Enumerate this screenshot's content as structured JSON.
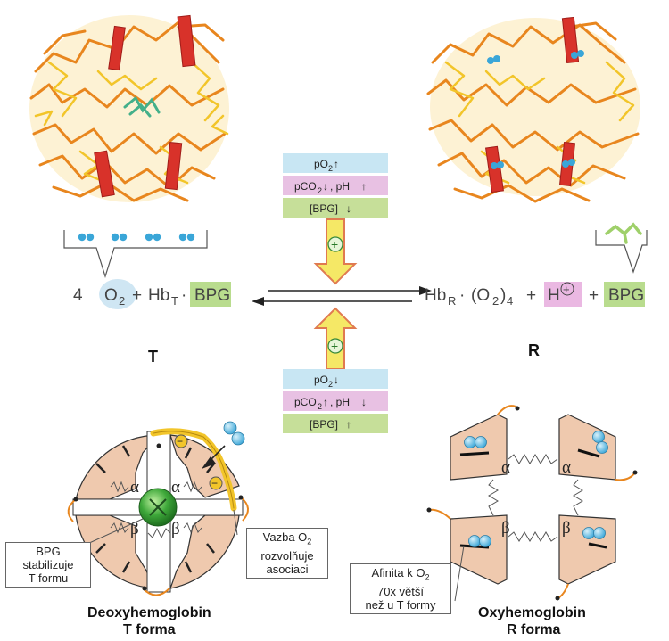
{
  "labels": {
    "state_t": "T",
    "state_r": "R",
    "equation": {
      "coeff": "4",
      "o2": "O",
      "o2_sub": "2",
      "plus": "+",
      "hb": "Hb",
      "hb_sub_t": "T",
      "dot": "·",
      "bpg": "BPG",
      "hb_sub_r": "R",
      "o2_group": "(O",
      "o2_group_close": ")",
      "o2_group_sub": "4",
      "h": "H",
      "h_charge": "+"
    },
    "top_conditions": {
      "po2": "pO",
      "po2_sub": "2",
      "po2_dir": "↑",
      "pco2_ph": "pCO",
      "pco2_sub": "2",
      "pco2_dir": "↓",
      "ph_label": ", pH",
      "ph_dir": "↑",
      "bpg": "[BPG]",
      "bpg_dir": "↓"
    },
    "bottom_conditions": {
      "po2": "pO",
      "po2_sub": "2",
      "po2_dir": "↓",
      "pco2_ph": "pCO",
      "pco2_sub": "2",
      "pco2_dir": "↑",
      "ph_label": ", pH",
      "ph_dir": "↓",
      "bpg": "[BPG]",
      "bpg_dir": "↑"
    },
    "plus_sign": "+",
    "minus_sign": "−",
    "alpha": "α",
    "beta": "β",
    "callout_bpg": [
      "BPG",
      "stabilizuje",
      "T formu"
    ],
    "callout_o2": [
      "Vazba O",
      "2",
      "rozvolňuje",
      "asociaci"
    ],
    "callout_affinity": [
      "Afinita k O",
      "2",
      "70x větší",
      "než u T formy"
    ],
    "deoxy_title": "Deoxyhemoglobin",
    "deoxy_subtitle": "T forma",
    "oxy_title": "Oxyhemoglobin",
    "oxy_subtitle": "R forma"
  },
  "colors": {
    "o2_blue": "#3aa6d8",
    "o2_oval": "#cfe6f3",
    "cond_blue": "#c8e6f3",
    "cond_pink": "#e8c1e3",
    "cond_green": "#c6df99",
    "bpg_green": "#b9dc8e",
    "h_pink": "#eab8e2",
    "subunit": "#efc9ae",
    "arrow_yellow": "#f5e866",
    "arrow_border": "#e07a50",
    "protein_orange": "#e8861e",
    "protein_yellow": "#f2c52a",
    "heme_red": "#d8322a"
  }
}
